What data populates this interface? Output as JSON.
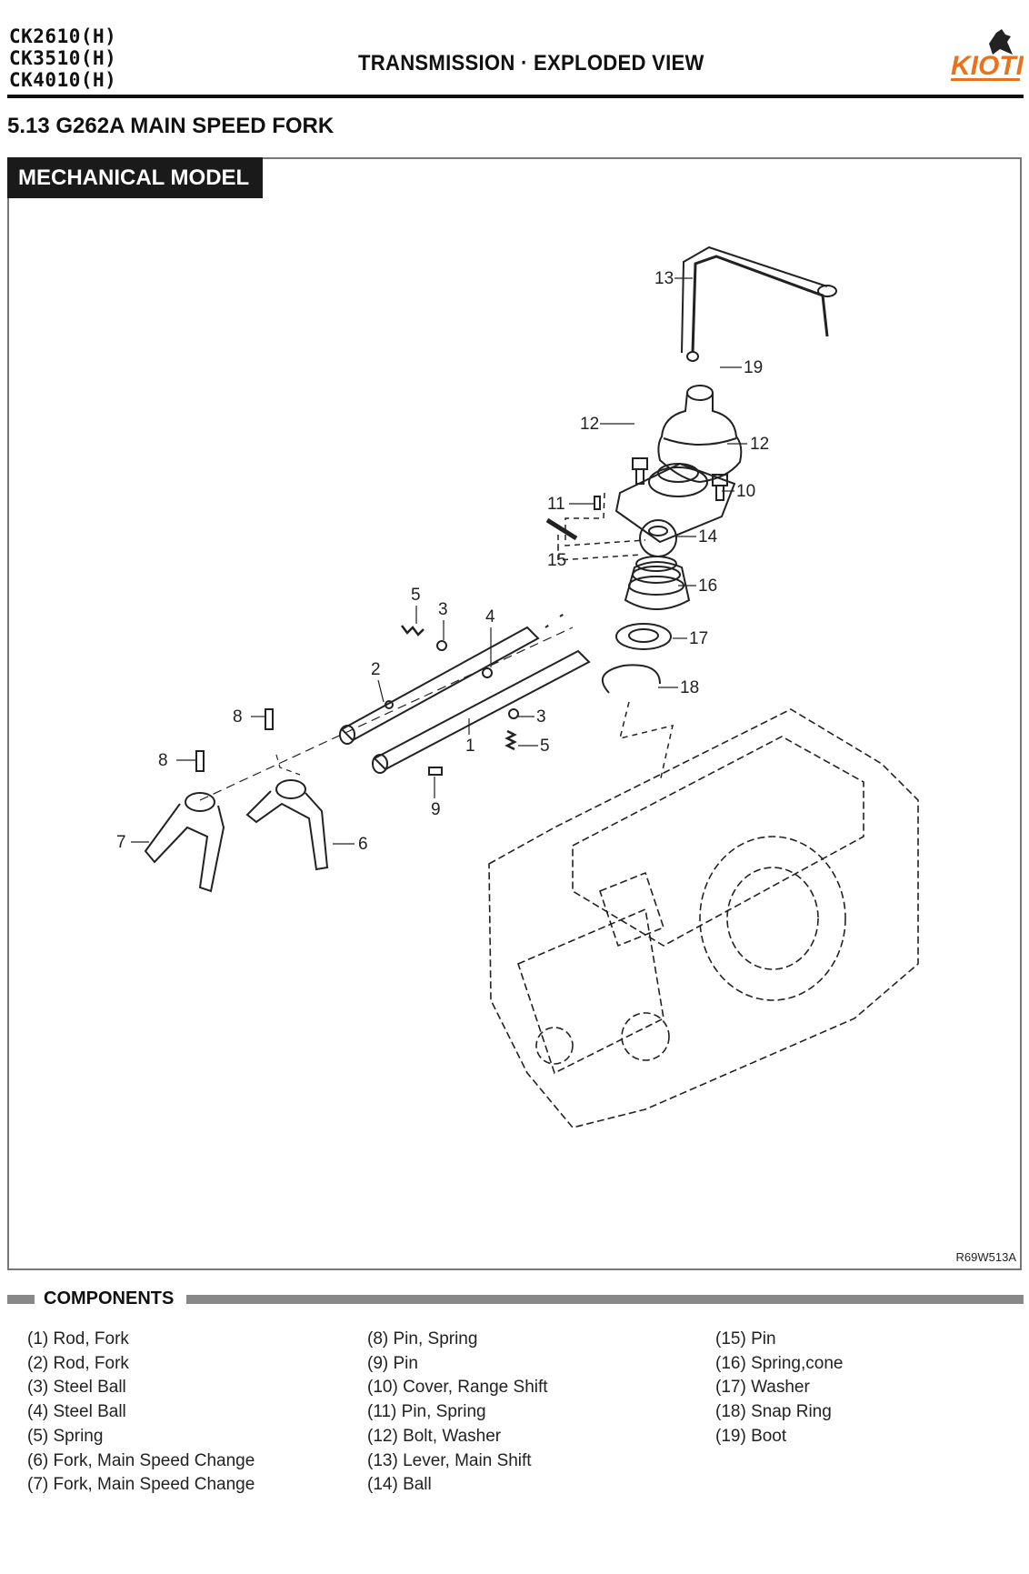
{
  "header": {
    "models": [
      "CK2610(H)",
      "CK3510(H)",
      "CK4010(H)"
    ],
    "title": "TRANSMISSION · EXPLODED VIEW",
    "logo_text": "KIOTI",
    "brand_color": "#e8731c"
  },
  "section_title": "5.13 G262A  MAIN SPEED FORK",
  "figure": {
    "model_tab": "MECHANICAL MODEL",
    "figure_code": "R69W513A",
    "callouts": [
      "13",
      "19",
      "12",
      "12",
      "11",
      "10",
      "14",
      "15",
      "16",
      "5",
      "3",
      "4",
      "17",
      "2",
      "18",
      "8",
      "3",
      "1",
      "5",
      "8",
      "9",
      "7",
      "6"
    ]
  },
  "components": {
    "title": "COMPONENTS",
    "col1": [
      "(1) Rod, Fork",
      "(2) Rod, Fork",
      "(3) Steel Ball",
      "(4) Steel Ball",
      "(5) Spring",
      "(6) Fork, Main Speed Change",
      "(7) Fork, Main Speed Change"
    ],
    "col2": [
      "(8) Pin, Spring",
      "(9) Pin",
      "(10) Cover, Range Shift",
      "(11) Pin, Spring",
      "(12) Bolt, Washer",
      "(13) Lever, Main Shift",
      "(14) Ball"
    ],
    "col3": [
      "(15) Pin",
      "(16) Spring,cone",
      "(17) Washer",
      "(18) Snap Ring",
      "(19) Boot"
    ]
  }
}
